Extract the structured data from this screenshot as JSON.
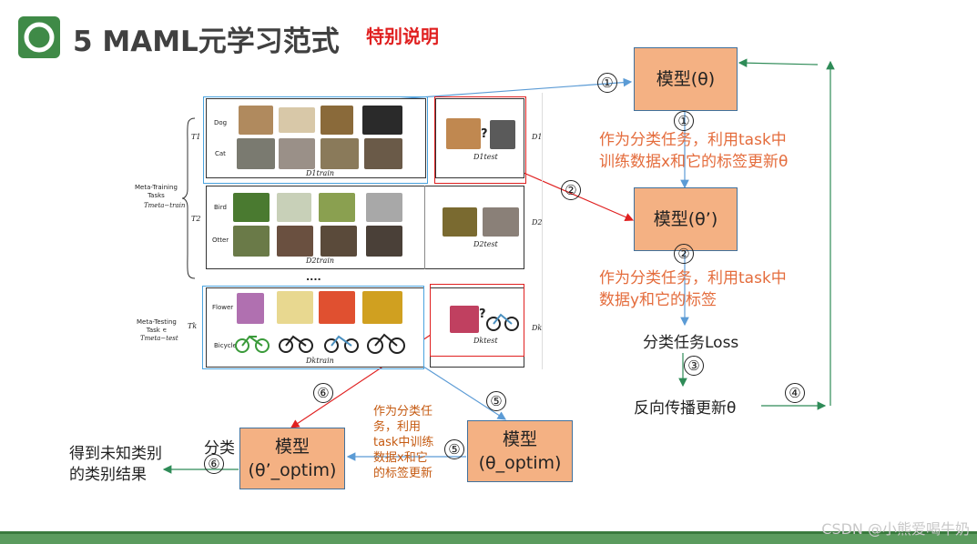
{
  "title": "5 MAML元学习范式",
  "special_note": "特别说明",
  "model_theta": "模型(θ)",
  "model_theta_prime": "模型(θ’)",
  "model_theta_optim": [
    "模型",
    "(θ_optim)"
  ],
  "model_theta_prime_optim": [
    "模型",
    "(θ’_optim)"
  ],
  "note_step1": [
    "作为分类任务，利用task中",
    "训练数据x和它的标签更新θ"
  ],
  "note_step2": [
    "作为分类任务，利用task中",
    "数据y和它的标签"
  ],
  "note_step5": [
    "作为分类任",
    "务，利用",
    "task中训练",
    "数据x和它",
    "的标签更新"
  ],
  "classify_loss": "分类任务Loss",
  "backprop_update": "反向传播更新θ",
  "classify": "分类",
  "result": [
    "得到未知类别",
    "的类别结果"
  ],
  "circled": {
    "one": "①",
    "two": "②",
    "three": "③",
    "four": "④",
    "five": "⑤",
    "six": "⑥"
  },
  "figure": {
    "meta_training": [
      "Meta-Training",
      "Tasks"
    ],
    "meta_training_sub": "Tmeta−train",
    "meta_testing": [
      "Meta-Testing",
      "Task ∊"
    ],
    "meta_testing_sub": "Tmeta−test",
    "t1": "T1",
    "t2": "T2",
    "tk": "Tk",
    "dog": "Dog",
    "cat": "Cat",
    "bird": "Bird",
    "otter": "Otter",
    "flower": "Flower",
    "bicycle": "Bicycle",
    "d1_train": "D1train",
    "d1_test": "D1test",
    "d2_train": "D2train",
    "d2_test": "D2test",
    "dk_train": "Dktrain",
    "dk_test": "Dktest",
    "d1": "D1",
    "d2": "D2",
    "dk": "Dk",
    "question": "?",
    "ellipsis": "...."
  },
  "watermark": "CSDN @小熊爱喝牛奶",
  "colors": {
    "accent": "#5b9b5e",
    "box": "#f4b183",
    "red": "#e02020",
    "blue": "#5b9bd5",
    "green": "#2e8b57"
  }
}
